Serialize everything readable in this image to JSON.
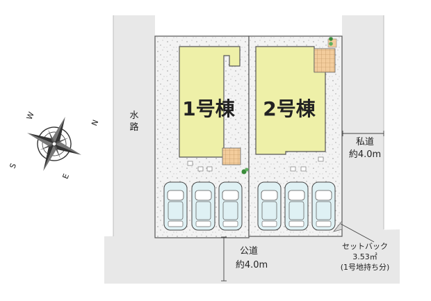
{
  "buildings": {
    "b1_label": "1号棟",
    "b2_label": "2号棟"
  },
  "waterway": {
    "char1": "水",
    "char2": "路"
  },
  "private_road": {
    "line1": "私道",
    "line2": "約4.0m"
  },
  "public_road": {
    "line1": "公道",
    "line2": "約4.0m"
  },
  "setback": {
    "line1": "セットバック",
    "line2": "3.53㎡",
    "line3": "(1号地持ち分)"
  },
  "compass": {
    "n": "N",
    "e": "E",
    "s": "S",
    "w": "W"
  },
  "parking": {
    "car_count": 6
  },
  "colors": {
    "road": "#e9e9e9",
    "lot": "#f1f1f1",
    "building": "#eef0a8",
    "deck": "#f2cfa0",
    "car": "#dff1f4",
    "outline": "#555555"
  }
}
